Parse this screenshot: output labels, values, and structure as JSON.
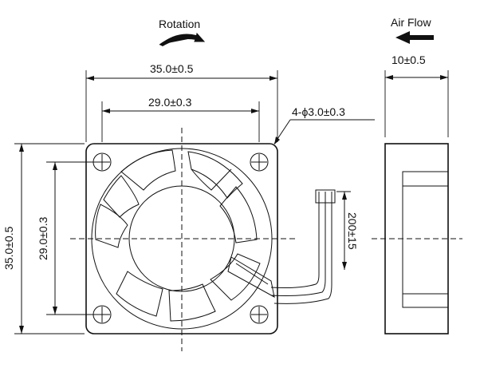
{
  "front_view": {
    "rotation_label": "Rotation",
    "outer_width_dim": "35.0±0.5",
    "hole_spacing_dim": "29.0±0.3",
    "hole_callout": "4-ϕ3.0±0.3",
    "outer_height_dim": "35.0±0.5",
    "hole_spacing_vertical_dim": "29.0±0.3",
    "lead_length_dim": "200±15"
  },
  "side_view": {
    "airflow_label": "Air Flow",
    "thickness_dim": "10±0.5"
  }
}
